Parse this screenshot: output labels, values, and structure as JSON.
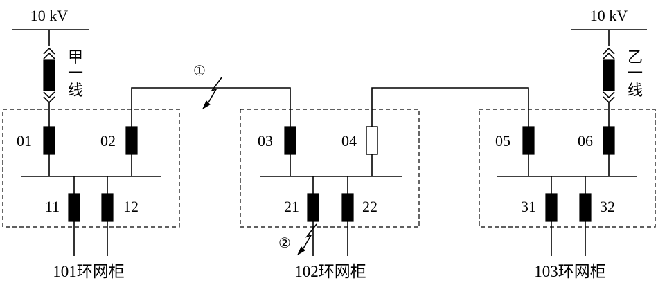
{
  "sources": {
    "left": {
      "voltage": "10 kV",
      "feeder": [
        "甲",
        "一",
        "线"
      ]
    },
    "right": {
      "voltage": "10 kV",
      "feeder": [
        "乙",
        "一",
        "线"
      ]
    }
  },
  "cabinets": [
    {
      "name": "101环网柜",
      "incoming": [
        "01",
        "02"
      ],
      "outgoing": [
        "11",
        "12"
      ]
    },
    {
      "name": "102环网柜",
      "incoming": [
        "03",
        "04"
      ],
      "outgoing": [
        "21",
        "22"
      ]
    },
    {
      "name": "103环网柜",
      "incoming": [
        "05",
        "06"
      ],
      "outgoing": [
        "31",
        "32"
      ]
    }
  ],
  "switch_states": {
    "01": "closed",
    "02": "closed",
    "03": "closed",
    "04": "open",
    "05": "closed",
    "06": "closed",
    "11": "closed",
    "12": "closed",
    "21": "closed",
    "22": "closed",
    "31": "closed",
    "32": "closed"
  },
  "faults": [
    {
      "marker": "①"
    },
    {
      "marker": "②"
    }
  ]
}
